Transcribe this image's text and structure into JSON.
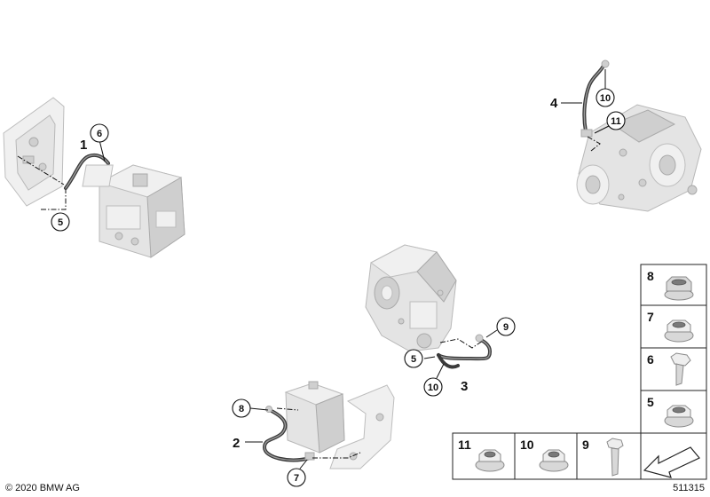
{
  "diagram": {
    "item_labels": {
      "item1": "1",
      "item2": "2",
      "item3": "3",
      "item4": "4"
    },
    "callouts": {
      "c5_top_left": "5",
      "c6_top_left": "6",
      "c10_top_right": "10",
      "c11_top_right": "11",
      "c9_center": "9",
      "c5_center": "5",
      "c10_center": "10",
      "c8_bottom": "8",
      "c7_bottom": "7"
    },
    "parts_column": [
      "8",
      "7",
      "6",
      "5"
    ],
    "parts_row": [
      "11",
      "10",
      "9"
    ],
    "copyright": "© 2020 BMW AG",
    "diagram_id": "511315"
  }
}
